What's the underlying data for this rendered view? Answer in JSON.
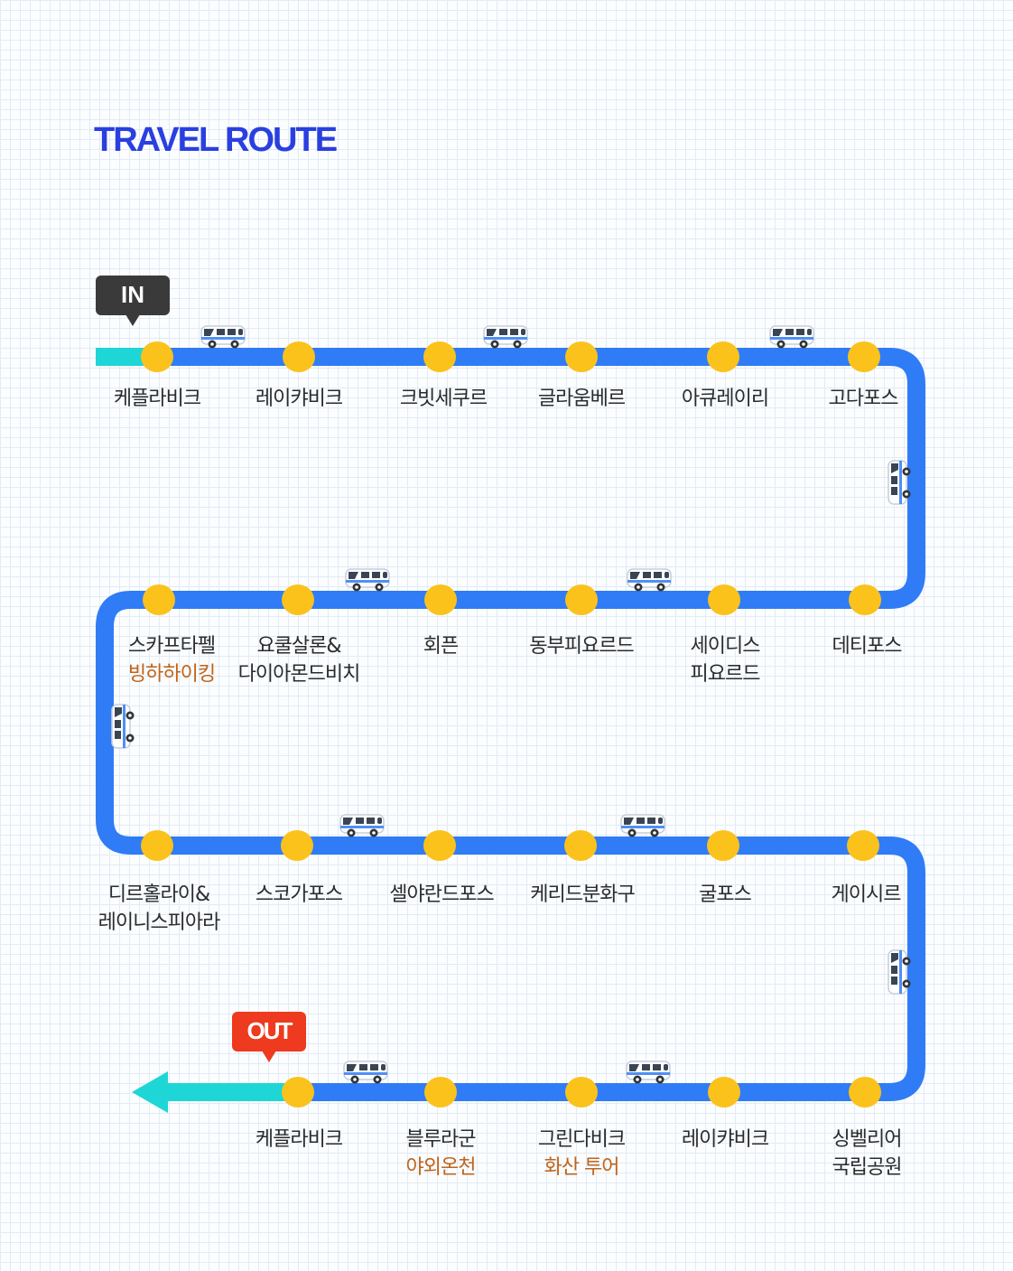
{
  "header": {
    "title": "TRAVEL ROUTE"
  },
  "markers": {
    "start": "IN",
    "end": "OUT"
  },
  "icons": {
    "vehicle": "van-icon",
    "stop": "stop-dot-icon"
  },
  "colors": {
    "title": "#2a3fe0",
    "route_line": "#2f7cf6",
    "route_ends": "#1ed6d6",
    "stop_dot": "#fbc21b",
    "activity_text": "#c0641a",
    "in_tag": "#3a3a3a",
    "out_tag": "#ee3a1e"
  },
  "stops": [
    {
      "line1": "케플라비크",
      "line2": ""
    },
    {
      "line1": "레이캬비크",
      "line2": ""
    },
    {
      "line1": "크빗세쿠르",
      "line2": ""
    },
    {
      "line1": "글라움베르",
      "line2": ""
    },
    {
      "line1": "아큐레이리",
      "line2": ""
    },
    {
      "line1": "고다포스",
      "line2": ""
    },
    {
      "line1": "데티포스",
      "line2": ""
    },
    {
      "line1": "세이디스",
      "line2": "피요르드"
    },
    {
      "line1": "동부피요르드",
      "line2": ""
    },
    {
      "line1": "회픈",
      "line2": ""
    },
    {
      "line1": "요쿨살론&",
      "line2": "다이아몬드비치"
    },
    {
      "line1": "스카프타펠",
      "line2": "빙하하이킹",
      "line2_activity": true
    },
    {
      "line1": "디르홀라이&",
      "line2": "레이니스피아라"
    },
    {
      "line1": "스코가포스",
      "line2": ""
    },
    {
      "line1": "셀야란드포스",
      "line2": ""
    },
    {
      "line1": "케리드분화구",
      "line2": ""
    },
    {
      "line1": "굴포스",
      "line2": ""
    },
    {
      "line1": "게이시르",
      "line2": ""
    },
    {
      "line1": "싱벨리어",
      "line2": "국립공원"
    },
    {
      "line1": "레이캬비크",
      "line2": ""
    },
    {
      "line1": "그린다비크",
      "line2": "화산 투어",
      "line2_activity": true
    },
    {
      "line1": "블루라군",
      "line2": "야외온천",
      "line2_activity": true
    },
    {
      "line1": "케플라비크",
      "line2": ""
    }
  ]
}
